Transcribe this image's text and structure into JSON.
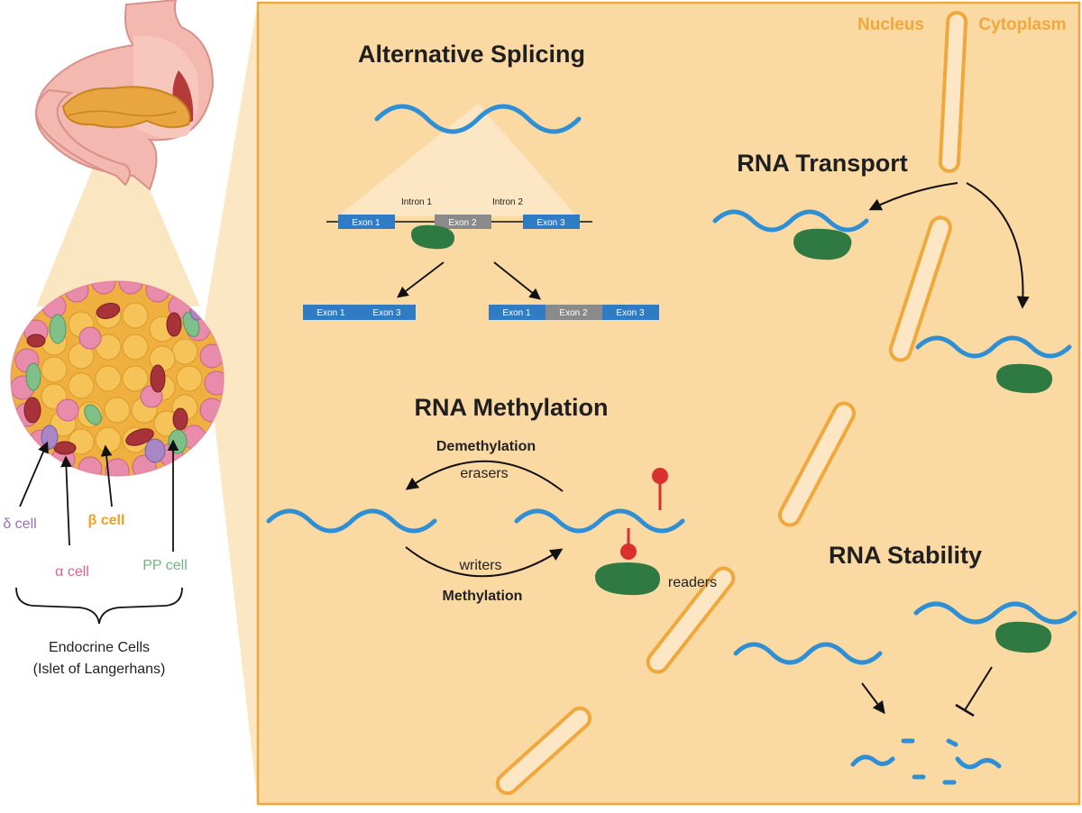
{
  "colors": {
    "panel_fill": "#fbd9a3",
    "panel_border": "#f0a83c",
    "rna": "#2e8fd4",
    "protein": "#2f7a42",
    "exon": "#2f7bc4",
    "intron_exon": "#8a8a8a",
    "methyl": "#d8302f",
    "delta": "#9a6fb8",
    "alpha": "#e0628c",
    "beta": "#f0a020",
    "pp": "#6fb87a"
  },
  "regions": {
    "nucleus": "Nucleus",
    "cytoplasm": "Cytoplasm"
  },
  "splicing": {
    "title": "Alternative Splicing",
    "intron1": "Intron 1",
    "intron2": "Intron 2",
    "pre_mrna": [
      "Exon 1",
      "Exon 2",
      "Exon 3"
    ],
    "isoform_a": [
      "Exon 1",
      "Exon 3"
    ],
    "isoform_b": [
      "Exon 1",
      "Exon 2",
      "Exon 3"
    ]
  },
  "transport": {
    "title": "RNA Transport"
  },
  "methylation": {
    "title": "RNA Methylation",
    "demethylation": "Demethylation",
    "erasers": "erasers",
    "writers": "writers",
    "methylation": "Methylation",
    "readers": "readers"
  },
  "stability": {
    "title": "RNA Stability"
  },
  "islet": {
    "delta": "δ cell",
    "alpha": "α cell",
    "beta": "β cell",
    "pp": "PP cell",
    "caption_line1": "Endocrine Cells",
    "caption_line2": "(Islet of Langerhans)"
  }
}
